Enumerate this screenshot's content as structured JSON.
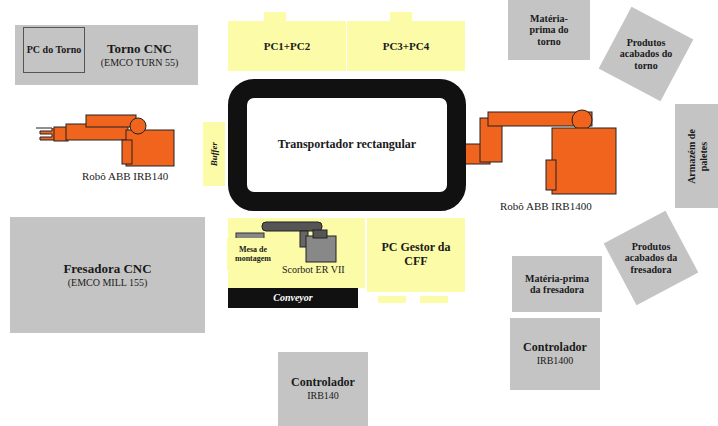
{
  "diagram": {
    "nodes": [
      {
        "text": [
          "Torno CNC",
          "(EMCO TURN 55)"
        ]
      },
      {
        "text": [
          "PC do Torno"
        ],
        "in": 0
      },
      {
        "text": [
          "PC1+PC2"
        ]
      },
      {
        "text": [
          "PC3+PC4"
        ]
      },
      {
        "text": [
          "Matéria-prima do torno"
        ]
      },
      {
        "text": [
          "Produtos acabados do torno"
        ]
      },
      {
        "text": [
          "Buffer"
        ]
      },
      {
        "text": [
          "Transportador rectangular"
        ]
      },
      {
        "text": [
          "Armazém de paletes"
        ]
      },
      {
        "text": [
          "Fresadora CNC",
          "(EMCO MILL 155)"
        ]
      },
      {
        "text": [
          "Mesa de montagem"
        ]
      },
      {
        "text": [
          "PC Gestor da CFF"
        ]
      },
      {
        "text": [
          "Produtos acabados da fresadora"
        ]
      },
      {
        "text": [
          "Matéria-prima da fresadora"
        ]
      },
      {
        "text": [
          "Conveyor"
        ]
      },
      {
        "text": [
          "Controlador",
          "IRB1400"
        ]
      },
      {
        "text": [
          "Controlador",
          "IRB140"
        ]
      }
    ],
    "labels": [
      "Robô ABB IRB140",
      "Robô ABB IRB1400",
      "Scorbot ER VII"
    ]
  }
}
